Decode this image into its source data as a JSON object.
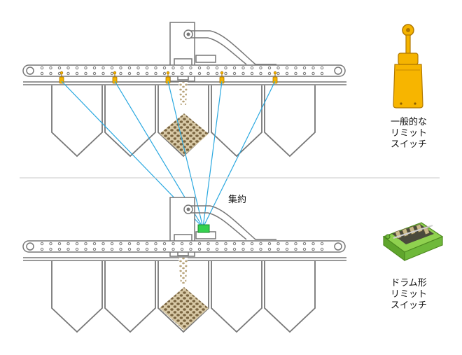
{
  "labels": {
    "aggregate": "集約",
    "general_switch": [
      "一般的な",
      "リミット",
      "スイッチ"
    ],
    "drum_switch": [
      "ドラム形",
      "リミット",
      "スイッチ"
    ]
  },
  "colors": {
    "line": "#777777",
    "signal": "#29a8e0",
    "switch": "#f5b400",
    "switch_outline": "#b07800",
    "hub": "#35d14f",
    "grain": "#c8b690",
    "grain_dot": "#6d5a35",
    "drum_body": "#7cc142"
  },
  "icons": [
    "limit-switch-icon",
    "drum-limit-switch-icon",
    "sensor-icon"
  ]
}
